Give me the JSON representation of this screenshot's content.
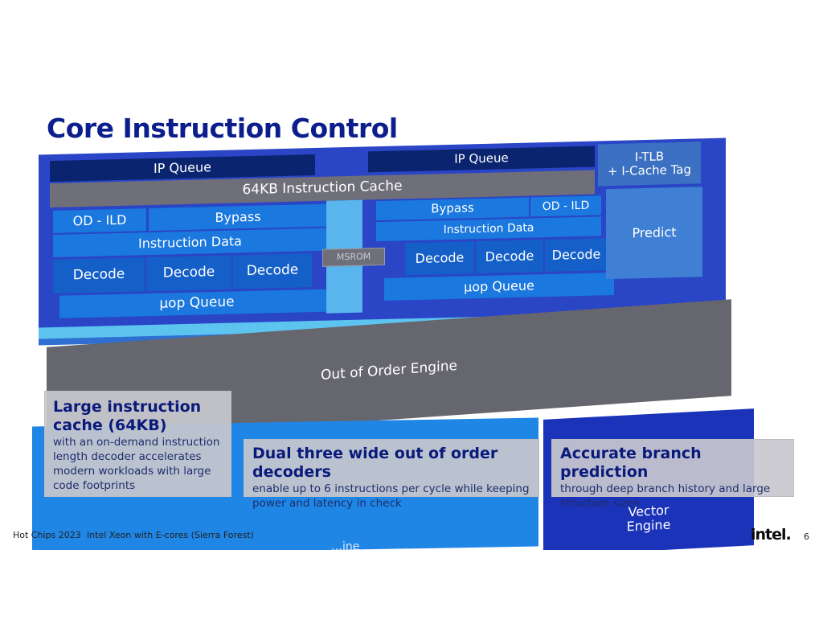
{
  "title": "Core Instruction Control",
  "diagram": {
    "left_ip_queue": "IP Queue",
    "right_ip_queue": "IP Queue",
    "itlb": "I-TLB\n+ I-Cache Tag",
    "instruction_cache": "64KB Instruction Cache",
    "left_odild": "OD - ILD",
    "left_bypass": "Bypass",
    "right_bypass": "Bypass",
    "right_odild": "OD - ILD",
    "left_instr_data": "Instruction Data",
    "right_instr_data": "Instruction Data",
    "predict": "Predict",
    "decode": "Decode",
    "msrom": "MSROM",
    "left_uop_queue": "μop Queue",
    "right_uop_queue": "μop Queue",
    "ooo_engine": "Out of Order Engine",
    "vector_engine": "Vector\nEngine",
    "partial_bottom": "…ine"
  },
  "cards": [
    {
      "heading": "Large instruction cache (64KB)",
      "body": "with an on-demand instruction length decoder accelerates modern workloads with large code footprints"
    },
    {
      "heading": "Dual three wide out of order decoders",
      "body": "enable up to 6 instructions per cycle while keeping power and latency in check"
    },
    {
      "heading": "Accurate branch prediction",
      "body": "through deep branch history and large structure sizes"
    }
  ],
  "footer": {
    "event": "Hot Chips 2023",
    "subtitle": "Intel Xeon with E-cores (Sierra Forest)",
    "logo": "intel.",
    "page": "6"
  },
  "colors": {
    "title": "#0b1e8c",
    "frame": "#0f2fa8",
    "block": "#1a78de",
    "grey": "#6f6f7a"
  }
}
